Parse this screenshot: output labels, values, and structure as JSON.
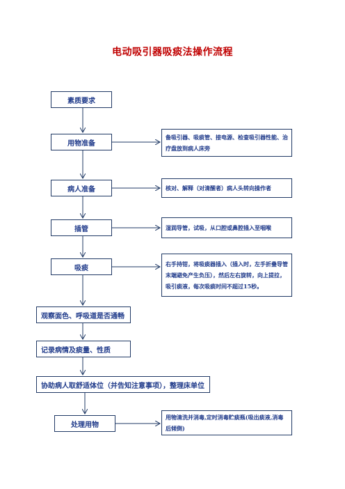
{
  "title": "电动吸引器吸痰法操作流程",
  "steps": [
    "素质要求",
    "用物准备",
    "病人准备",
    "插管",
    "吸痰",
    "观察面色、呼吸道是否通畅",
    "记录病情及痰量、性质",
    "协助病人取舒适体位（并告知注意事项），整理床单位",
    "处理用物"
  ],
  "notes": [
    "备吸引器、吸痰管、接电源、检查吸引器性能、治疗盘放到病人床旁",
    "核对、解释（对清醒者）病人头转向操作者",
    "湿润导管，试吸，从口腔或鼻腔插入至咽喉",
    "右手持钳，将吸痰器插入（插入时，左手折叠导管末端避免产生负压），然后左右旋转，向上提拉，吸引痰液，每次吸痰时间不超过15秒。",
    "用物清洗并消毒,定时消毒贮痰瓶(吸出痰液,消毒后倾倒)"
  ],
  "colors": {
    "title": "#c00000",
    "text": "#1f3a8a",
    "border": "#1f3864",
    "arrow": "#1f3864"
  }
}
